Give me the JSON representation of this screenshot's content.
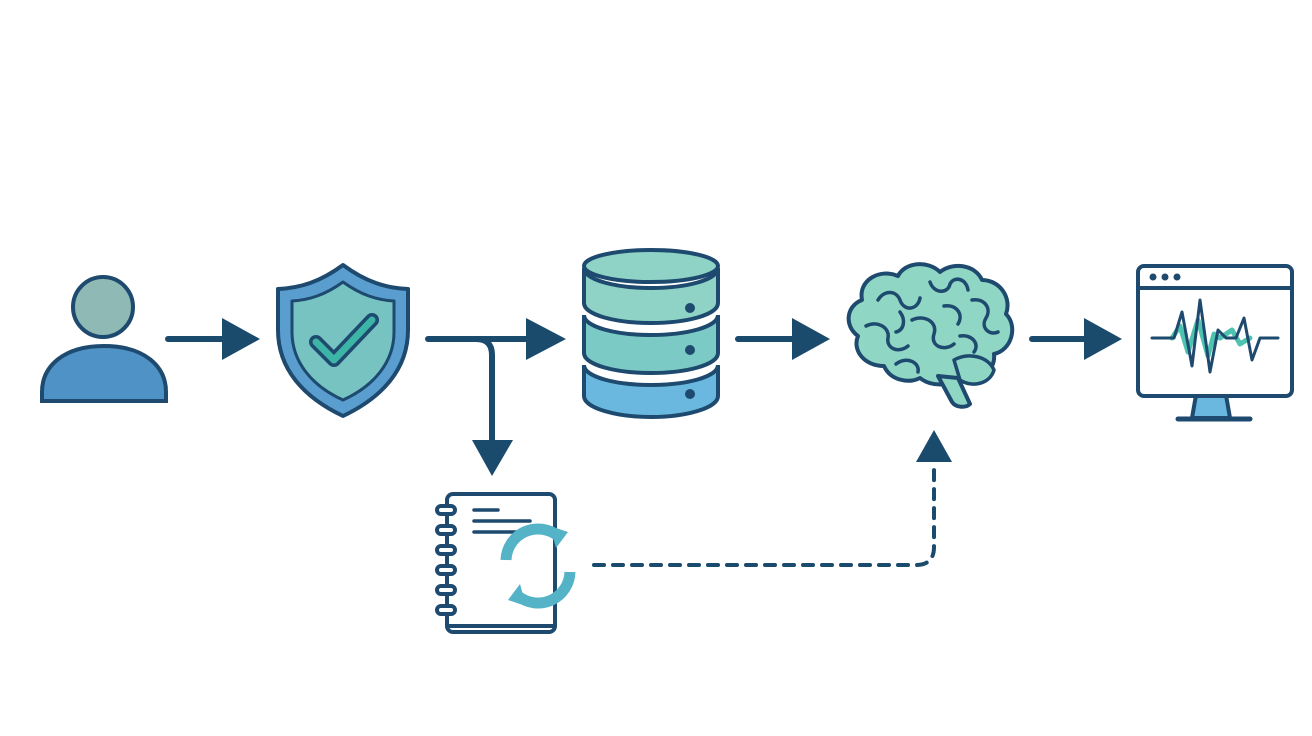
{
  "colors": {
    "outline": "#1d4a6e",
    "arrow": "#1a4a6c",
    "user_head": "#8fb9b4",
    "user_body": "#4f93c6",
    "shield_outer": "#5a9dcf",
    "shield_inner": "#76c3c2",
    "check": "#3db5a6",
    "db_top": "#8fd2c6",
    "db_mid": "#7ccac6",
    "db_bottom": "#6ab8df",
    "brain": "#8fd6c4",
    "monitor_fill": "#ffffff",
    "wave_dark": "#1d4a6e",
    "wave_accent": "#4fc3b0",
    "notebook_fill": "#ffffff",
    "sync": "#54b3c7",
    "background": "#ffffff"
  },
  "nodes": [
    {
      "id": "user",
      "icon": "user-icon"
    },
    {
      "id": "security",
      "icon": "shield-check-icon"
    },
    {
      "id": "database",
      "icon": "database-icon"
    },
    {
      "id": "model",
      "icon": "brain-icon"
    },
    {
      "id": "monitoring",
      "icon": "monitor-waveform-icon"
    },
    {
      "id": "log",
      "icon": "notebook-sync-icon"
    }
  ],
  "edges": [
    {
      "from": "user",
      "to": "security",
      "style": "solid"
    },
    {
      "from": "security",
      "to": "database",
      "style": "solid"
    },
    {
      "from": "security",
      "to": "log",
      "style": "solid"
    },
    {
      "from": "database",
      "to": "model",
      "style": "solid"
    },
    {
      "from": "model",
      "to": "monitoring",
      "style": "solid"
    },
    {
      "from": "log",
      "to": "model",
      "style": "dashed"
    }
  ]
}
